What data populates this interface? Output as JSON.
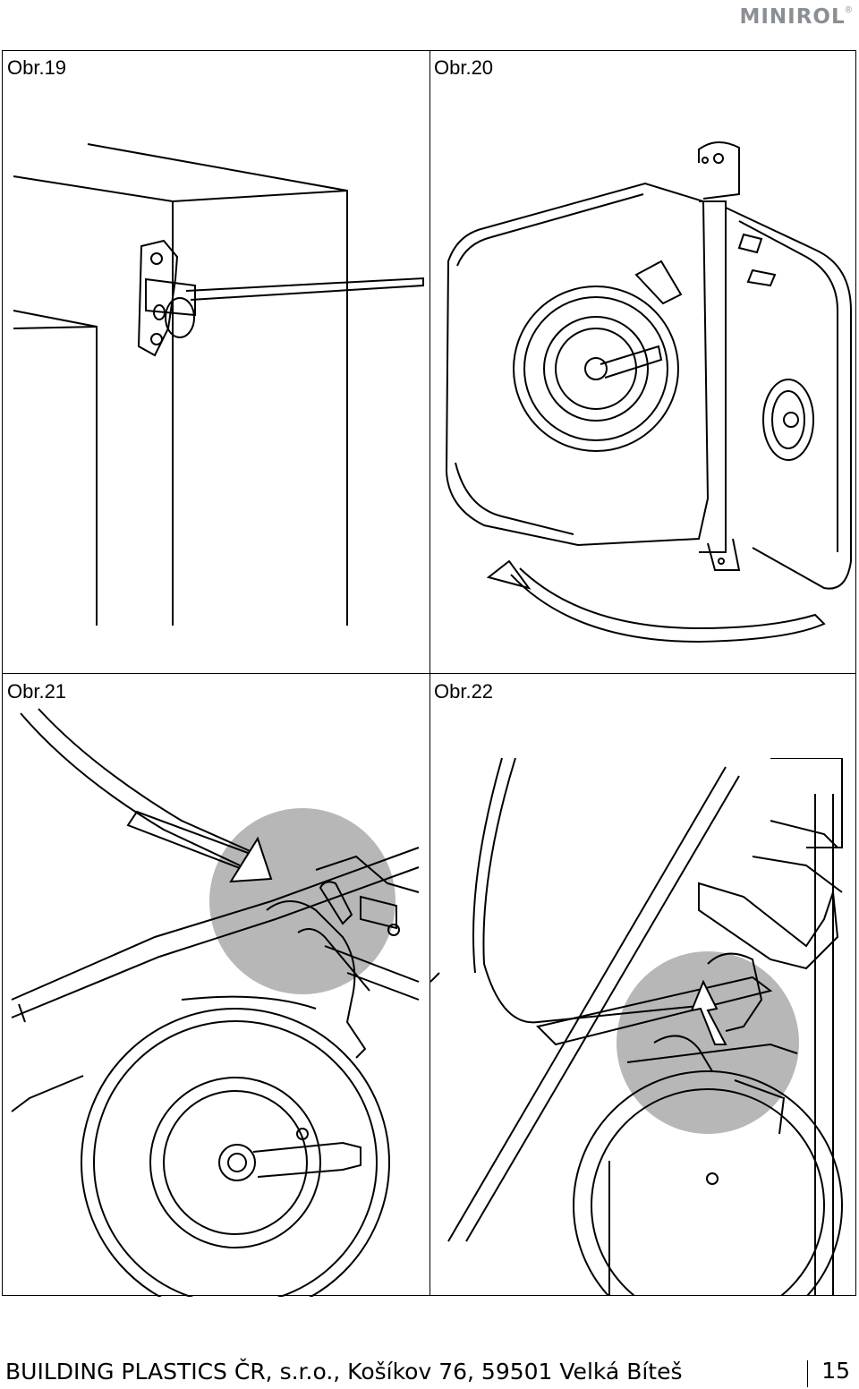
{
  "header": {
    "logo_text": "MINIROL",
    "logo_mark": "®"
  },
  "figures": [
    {
      "label": "Obr.19"
    },
    {
      "label": "Obr.20"
    },
    {
      "label": "Obr.21"
    },
    {
      "label": "Obr.22"
    }
  ],
  "footer": {
    "company": "BUILDING PLASTICS ČR, s.r.o., Košíkov 76, 59501 Velká Bíteš",
    "page_number": "15"
  },
  "colors": {
    "logo_gray": "#8a8f94",
    "highlight_gray": "#b7b7b7",
    "line": "#000000"
  }
}
